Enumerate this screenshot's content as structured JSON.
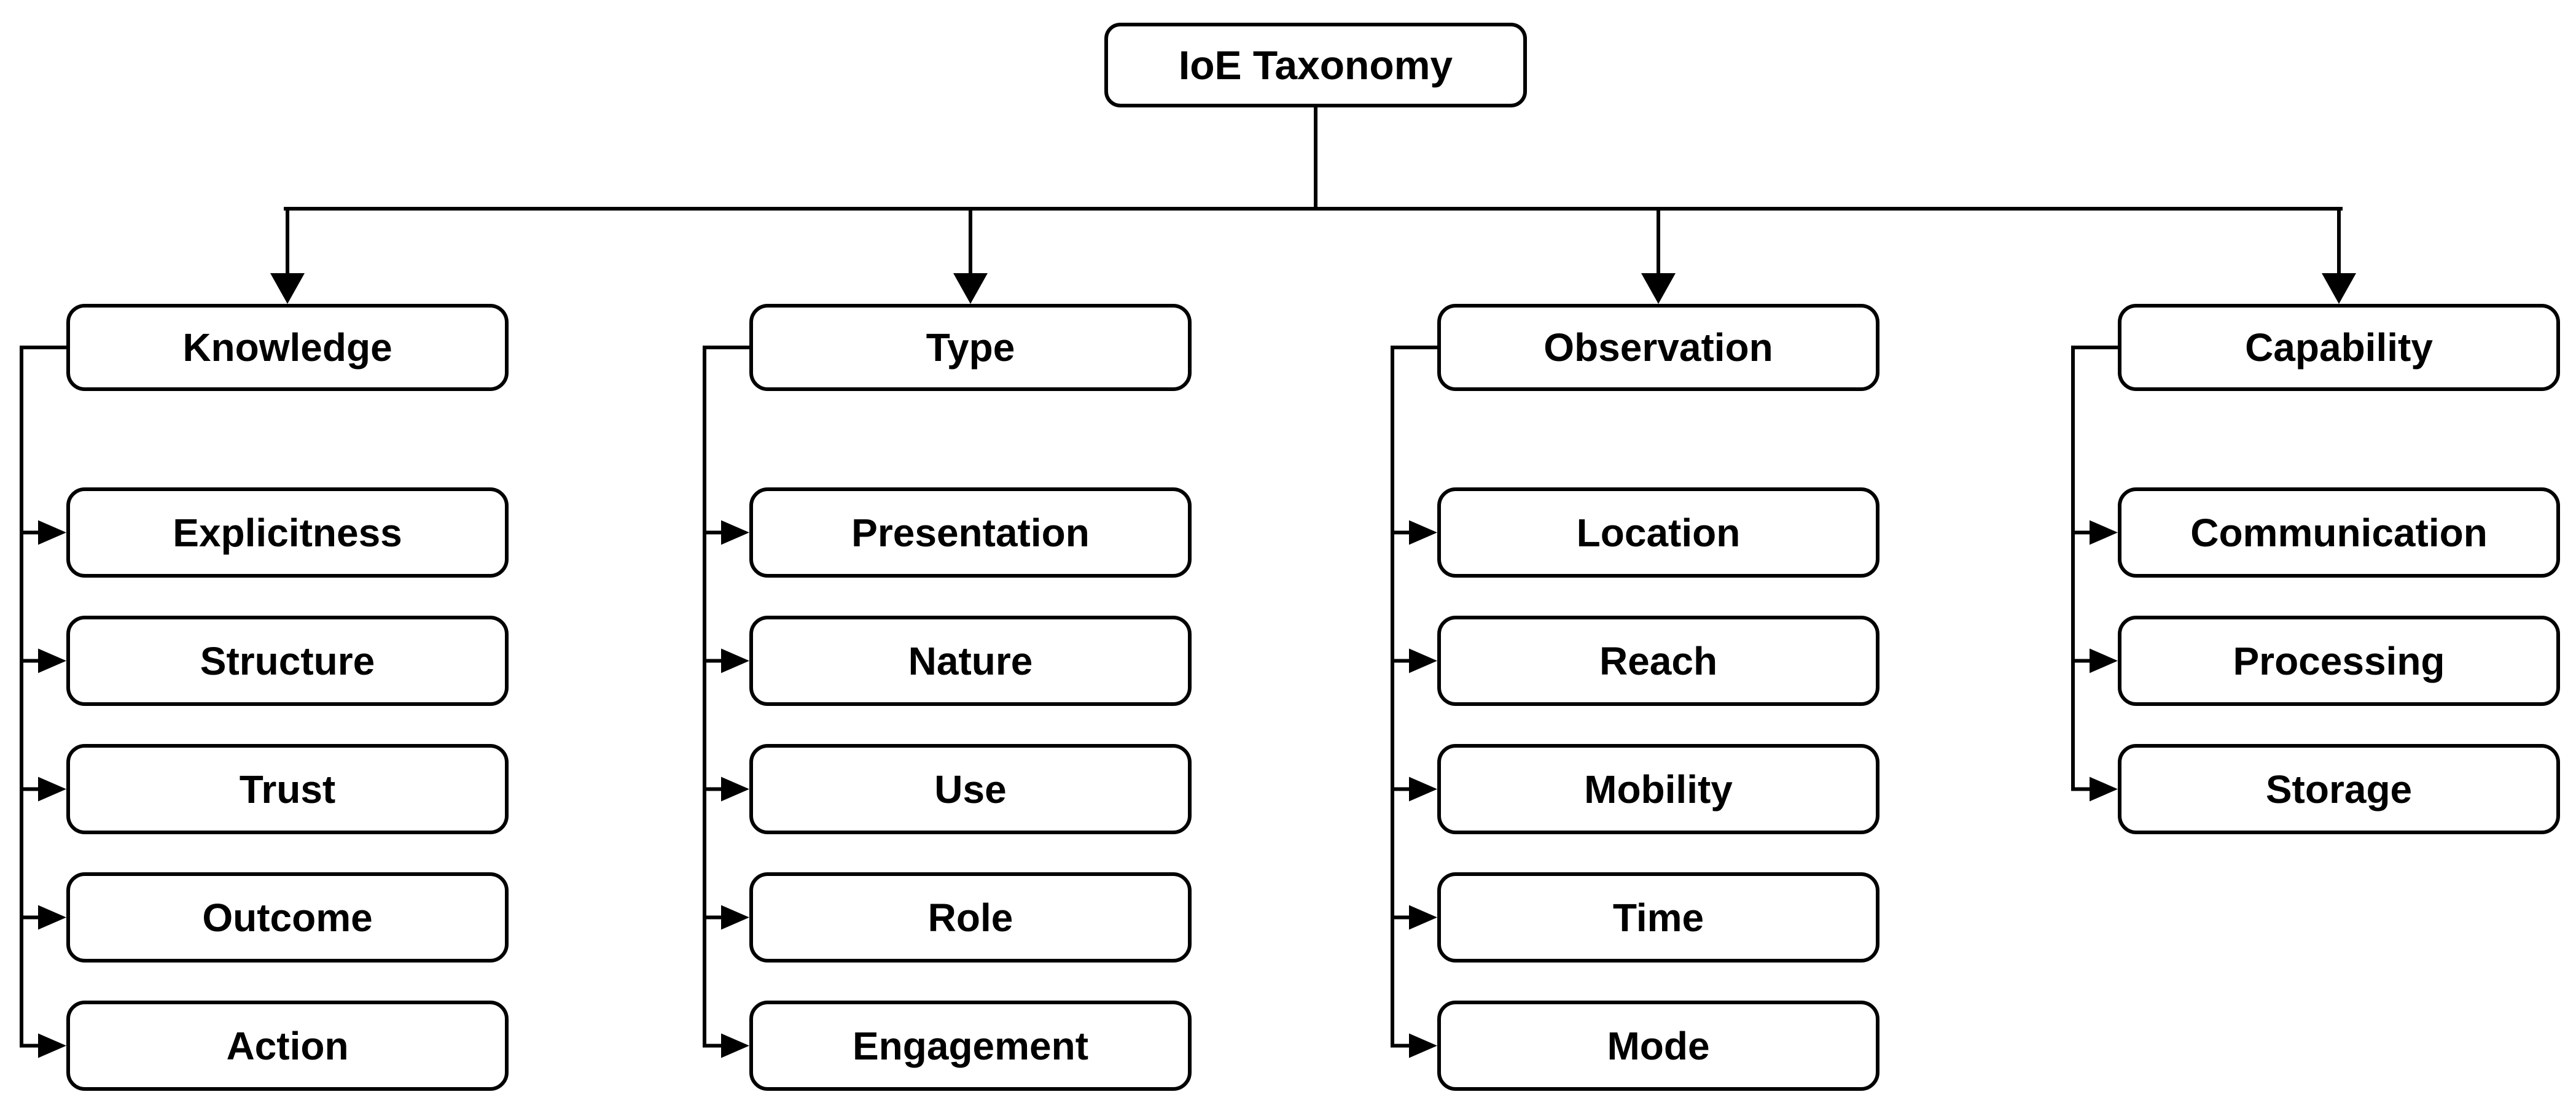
{
  "diagram": {
    "root_label": "IoE Taxonomy",
    "columns": [
      {
        "label": "Knowledge",
        "children": [
          "Explicitness",
          "Structure",
          "Trust",
          "Outcome",
          "Action"
        ]
      },
      {
        "label": "Type",
        "children": [
          "Presentation",
          "Nature",
          "Use",
          "Role",
          "Engagement"
        ]
      },
      {
        "label": "Observation",
        "children": [
          "Location",
          "Reach",
          "Mobility",
          "Time",
          "Mode"
        ]
      },
      {
        "label": "Capability",
        "children": [
          "Communication",
          "Processing",
          "Storage"
        ]
      }
    ],
    "colors": {
      "line": "#000000",
      "box_border": "#000000",
      "box_background": "#ffffff",
      "text": "#000000",
      "page_background": "#ffffff"
    }
  }
}
